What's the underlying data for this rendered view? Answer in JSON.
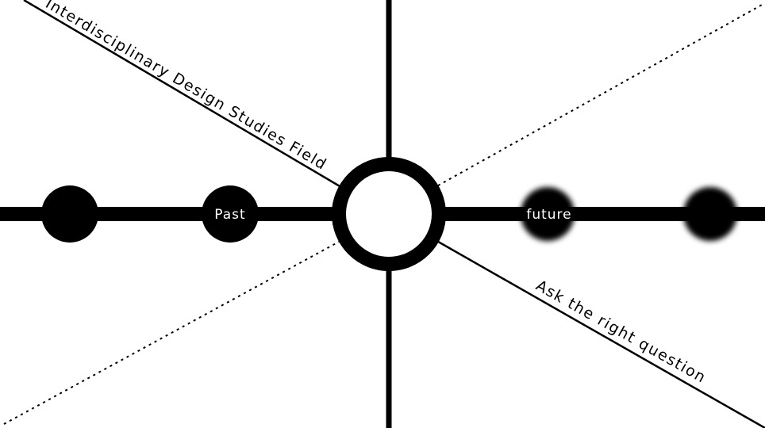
{
  "labels": {
    "top_left": "Interdisciplinary Design Studies Field",
    "bottom_right": "Ask the right question",
    "past": "Past",
    "future": "future"
  },
  "colors": {
    "ink": "#000000",
    "background": "#ffffff"
  }
}
